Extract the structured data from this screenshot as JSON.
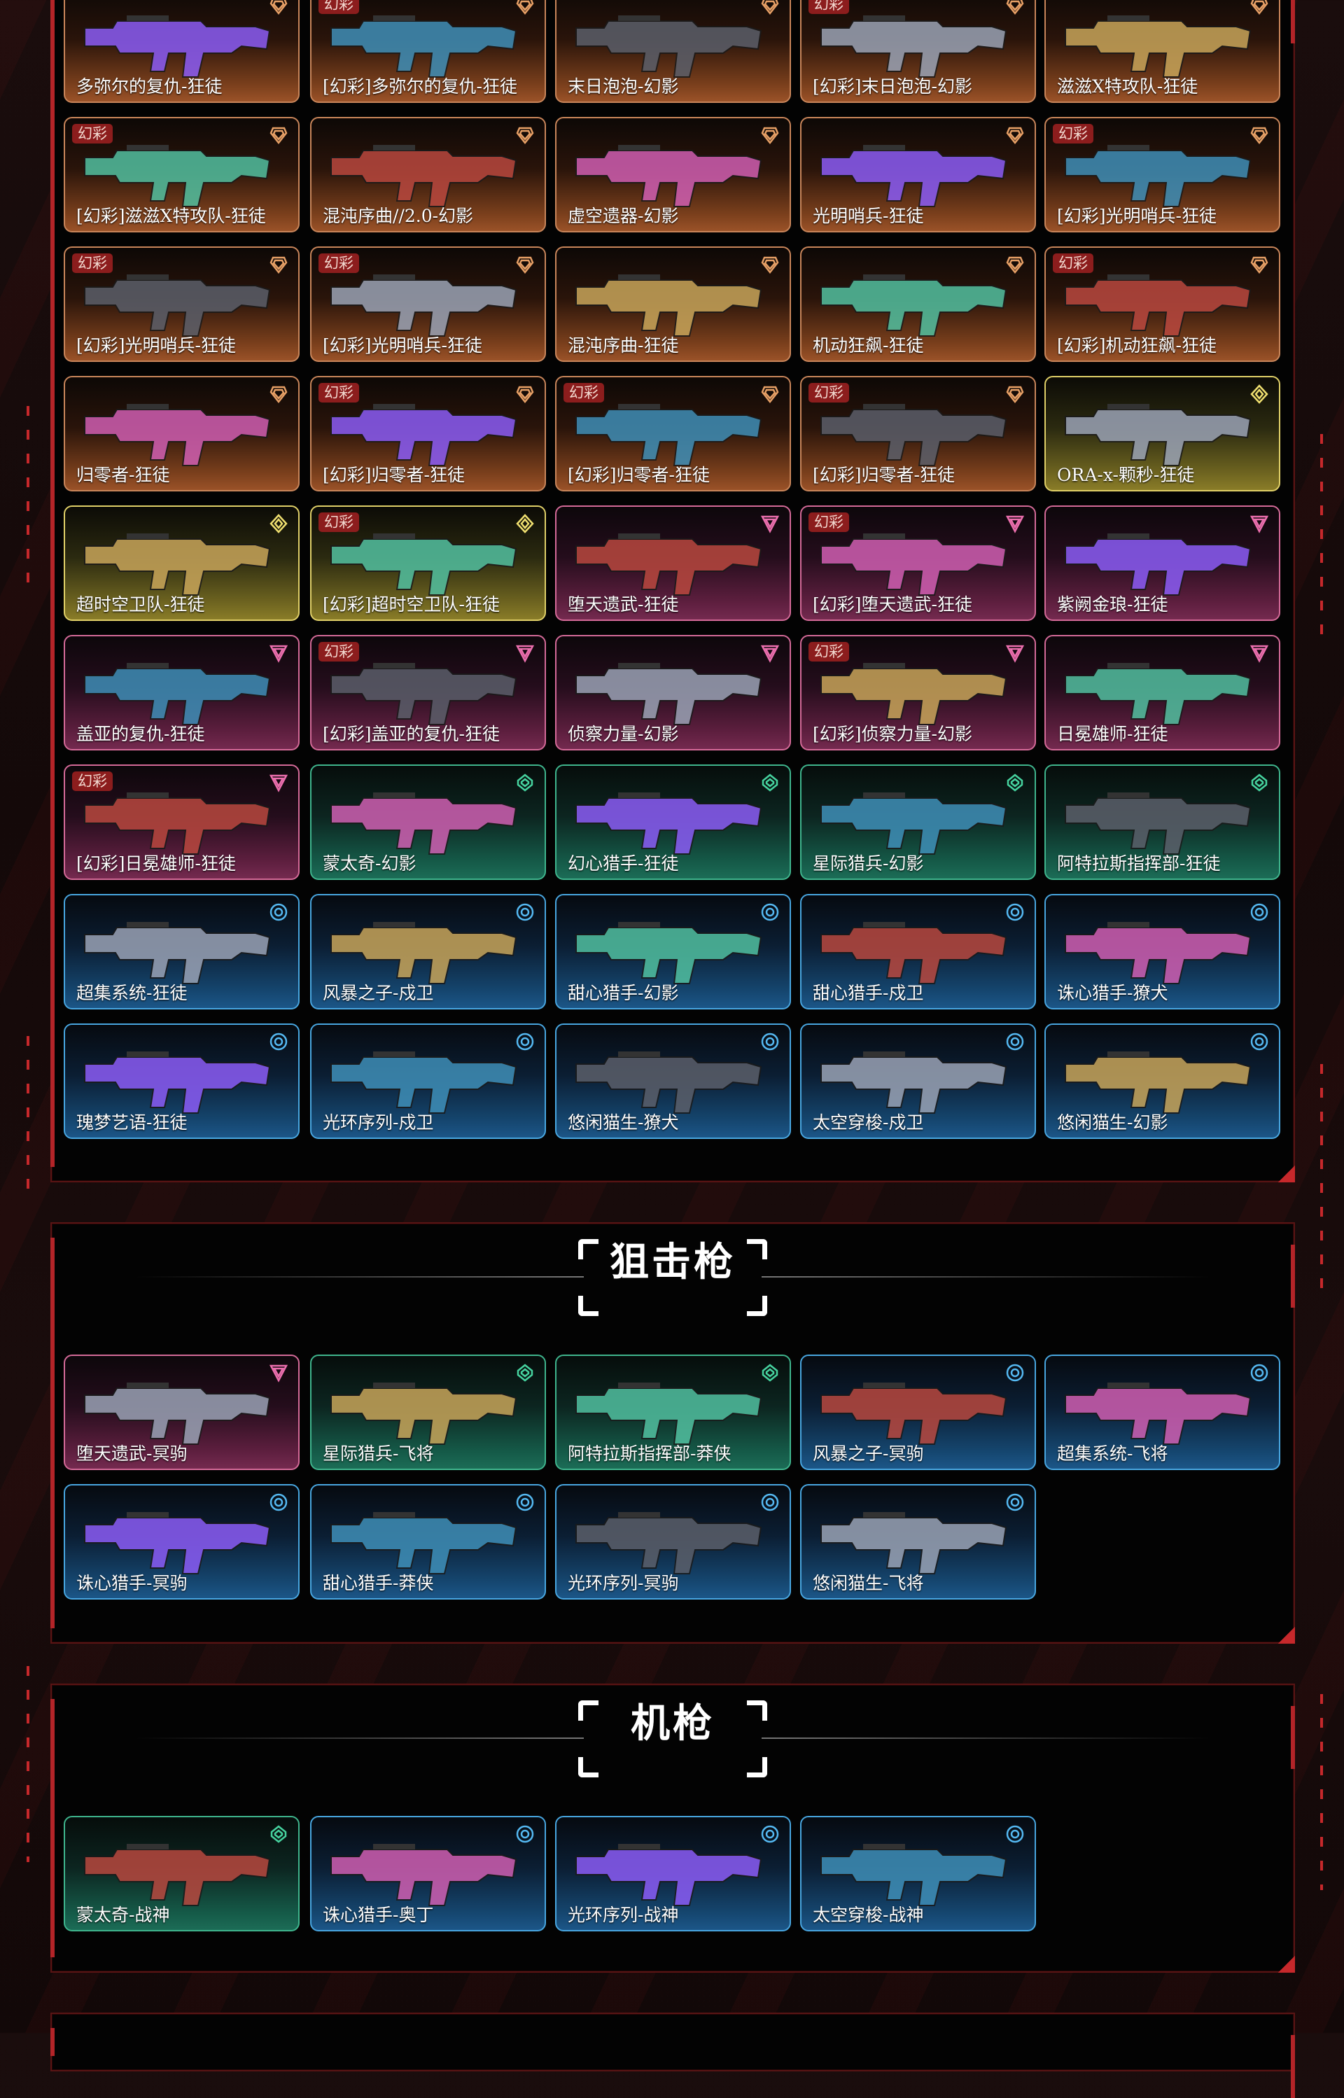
{
  "colors": {
    "orange": "#e7a066",
    "yellow": "#f0e070",
    "pink": "#ec6fae",
    "green": "#46d39f",
    "blue": "#55b9f2",
    "badge": "#8c1d1d",
    "frame": "#b32428"
  },
  "badge_label": "幻彩",
  "sections": [
    {
      "title": "",
      "items": [
        {
          "name": "多弥尔的复仇-狂徒",
          "tier": "orange",
          "prism": false
        },
        {
          "name": "[幻彩]多弥尔的复仇-狂徒",
          "tier": "orange",
          "prism": true
        },
        {
          "name": "末日泡泡-幻影",
          "tier": "orange",
          "prism": false
        },
        {
          "name": "[幻彩]末日泡泡-幻影",
          "tier": "orange",
          "prism": true
        },
        {
          "name": "滋滋X特攻队-狂徒",
          "tier": "orange",
          "prism": false
        },
        {
          "name": "[幻彩]滋滋X特攻队-狂徒",
          "tier": "orange",
          "prism": true
        },
        {
          "name": "混沌序曲//2.0-幻影",
          "tier": "orange",
          "prism": false
        },
        {
          "name": "虚空遗器-幻影",
          "tier": "orange",
          "prism": false
        },
        {
          "name": "光明哨兵-狂徒",
          "tier": "orange",
          "prism": false
        },
        {
          "name": "[幻彩]光明哨兵-狂徒",
          "tier": "orange",
          "prism": true
        },
        {
          "name": "[幻彩]光明哨兵-狂徒",
          "tier": "orange",
          "prism": true
        },
        {
          "name": "[幻彩]光明哨兵-狂徒",
          "tier": "orange",
          "prism": true
        },
        {
          "name": "混沌序曲-狂徒",
          "tier": "orange",
          "prism": false
        },
        {
          "name": "机动狂飙-狂徒",
          "tier": "orange",
          "prism": false
        },
        {
          "name": "[幻彩]机动狂飙-狂徒",
          "tier": "orange",
          "prism": true
        },
        {
          "name": "归零者-狂徒",
          "tier": "orange",
          "prism": false
        },
        {
          "name": "[幻彩]归零者-狂徒",
          "tier": "orange",
          "prism": true
        },
        {
          "name": "[幻彩]归零者-狂徒",
          "tier": "orange",
          "prism": true
        },
        {
          "name": "[幻彩]归零者-狂徒",
          "tier": "orange",
          "prism": true
        },
        {
          "name": "ORA-x-颗秒-狂徒",
          "tier": "yellow",
          "prism": false
        },
        {
          "name": "超时空卫队-狂徒",
          "tier": "yellow",
          "prism": false
        },
        {
          "name": "[幻彩]超时空卫队-狂徒",
          "tier": "yellow",
          "prism": true
        },
        {
          "name": "堕天遗武-狂徒",
          "tier": "pink",
          "prism": false
        },
        {
          "name": "[幻彩]堕天遗武-狂徒",
          "tier": "pink",
          "prism": true
        },
        {
          "name": "紫阙金琅-狂徒",
          "tier": "pink",
          "prism": false
        },
        {
          "name": "盖亚的复仇-狂徒",
          "tier": "pink",
          "prism": false
        },
        {
          "name": "[幻彩]盖亚的复仇-狂徒",
          "tier": "pink",
          "prism": true
        },
        {
          "name": "侦察力量-幻影",
          "tier": "pink",
          "prism": false
        },
        {
          "name": "[幻彩]侦察力量-幻影",
          "tier": "pink",
          "prism": true
        },
        {
          "name": "日冕雄师-狂徒",
          "tier": "pink",
          "prism": false
        },
        {
          "name": "[幻彩]日冕雄师-狂徒",
          "tier": "pink",
          "prism": true
        },
        {
          "name": "蒙太奇-幻影",
          "tier": "green",
          "prism": false
        },
        {
          "name": "幻心猎手-狂徒",
          "tier": "green",
          "prism": false
        },
        {
          "name": "星际猎兵-幻影",
          "tier": "green",
          "prism": false
        },
        {
          "name": "阿特拉斯指挥部-狂徒",
          "tier": "green",
          "prism": false
        },
        {
          "name": "超集系统-狂徒",
          "tier": "blue",
          "prism": false
        },
        {
          "name": "风暴之子-戍卫",
          "tier": "blue",
          "prism": false
        },
        {
          "name": "甜心猎手-幻影",
          "tier": "blue",
          "prism": false
        },
        {
          "name": "甜心猎手-戍卫",
          "tier": "blue",
          "prism": false
        },
        {
          "name": "诛心猎手-獠犬",
          "tier": "blue",
          "prism": false
        },
        {
          "name": "瑰梦艺语-狂徒",
          "tier": "blue",
          "prism": false
        },
        {
          "name": "光环序列-戍卫",
          "tier": "blue",
          "prism": false
        },
        {
          "name": "悠闲猫生-獠犬",
          "tier": "blue",
          "prism": false
        },
        {
          "name": "太空穿梭-戍卫",
          "tier": "blue",
          "prism": false
        },
        {
          "name": "悠闲猫生-幻影",
          "tier": "blue",
          "prism": false
        }
      ]
    },
    {
      "title": "狙击枪",
      "items": [
        {
          "name": "堕天遗武-冥驹",
          "tier": "pink",
          "prism": false
        },
        {
          "name": "星际猎兵-飞将",
          "tier": "green",
          "prism": false
        },
        {
          "name": "阿特拉斯指挥部-莽侠",
          "tier": "green",
          "prism": false
        },
        {
          "name": "风暴之子-冥驹",
          "tier": "blue",
          "prism": false
        },
        {
          "name": "超集系统-飞将",
          "tier": "blue",
          "prism": false
        },
        {
          "name": "诛心猎手-冥驹",
          "tier": "blue",
          "prism": false
        },
        {
          "name": "甜心猎手-莽侠",
          "tier": "blue",
          "prism": false
        },
        {
          "name": "光环序列-冥驹",
          "tier": "blue",
          "prism": false
        },
        {
          "name": "悠闲猫生-飞将",
          "tier": "blue",
          "prism": false
        }
      ]
    },
    {
      "title": "机枪",
      "items": [
        {
          "name": "蒙太奇-战神",
          "tier": "green",
          "prism": false
        },
        {
          "name": "诛心猎手-奥丁",
          "tier": "blue",
          "prism": false
        },
        {
          "name": "光环序列-战神",
          "tier": "blue",
          "prism": false
        },
        {
          "name": "太空穿梭-战神",
          "tier": "blue",
          "prism": false
        }
      ]
    }
  ]
}
